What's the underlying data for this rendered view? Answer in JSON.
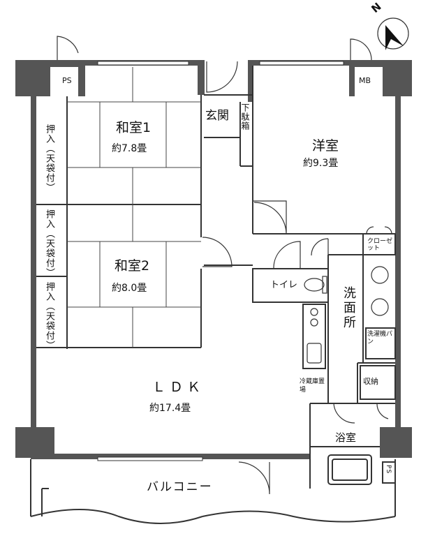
{
  "rooms": {
    "washitsu1": {
      "name": "和室1",
      "area": "約7.8畳"
    },
    "washitsu2": {
      "name": "和室2",
      "area": "約8.0畳"
    },
    "youshitsu": {
      "name": "洋室",
      "area": "約9.3畳"
    },
    "ldk": {
      "name": "ＬＤＫ",
      "area": "約17.4畳"
    },
    "genkan": "玄関",
    "getabako": "下駄箱",
    "toilet": "トイレ",
    "senmenjo": "洗面所",
    "yokushitsu": "浴室",
    "balcony": "バルコニー",
    "closet": "クローゼット",
    "washer": "洗濯機パン",
    "storage": "収納",
    "fridge": "冷蔵庫置場",
    "oshiire": "押入（天袋付）"
  },
  "utilities": {
    "ps": "PS",
    "mb": "MB"
  },
  "compass": {
    "label": "N"
  },
  "colors": {
    "wall": "#555555",
    "line": "#333333",
    "background": "#ffffff"
  }
}
